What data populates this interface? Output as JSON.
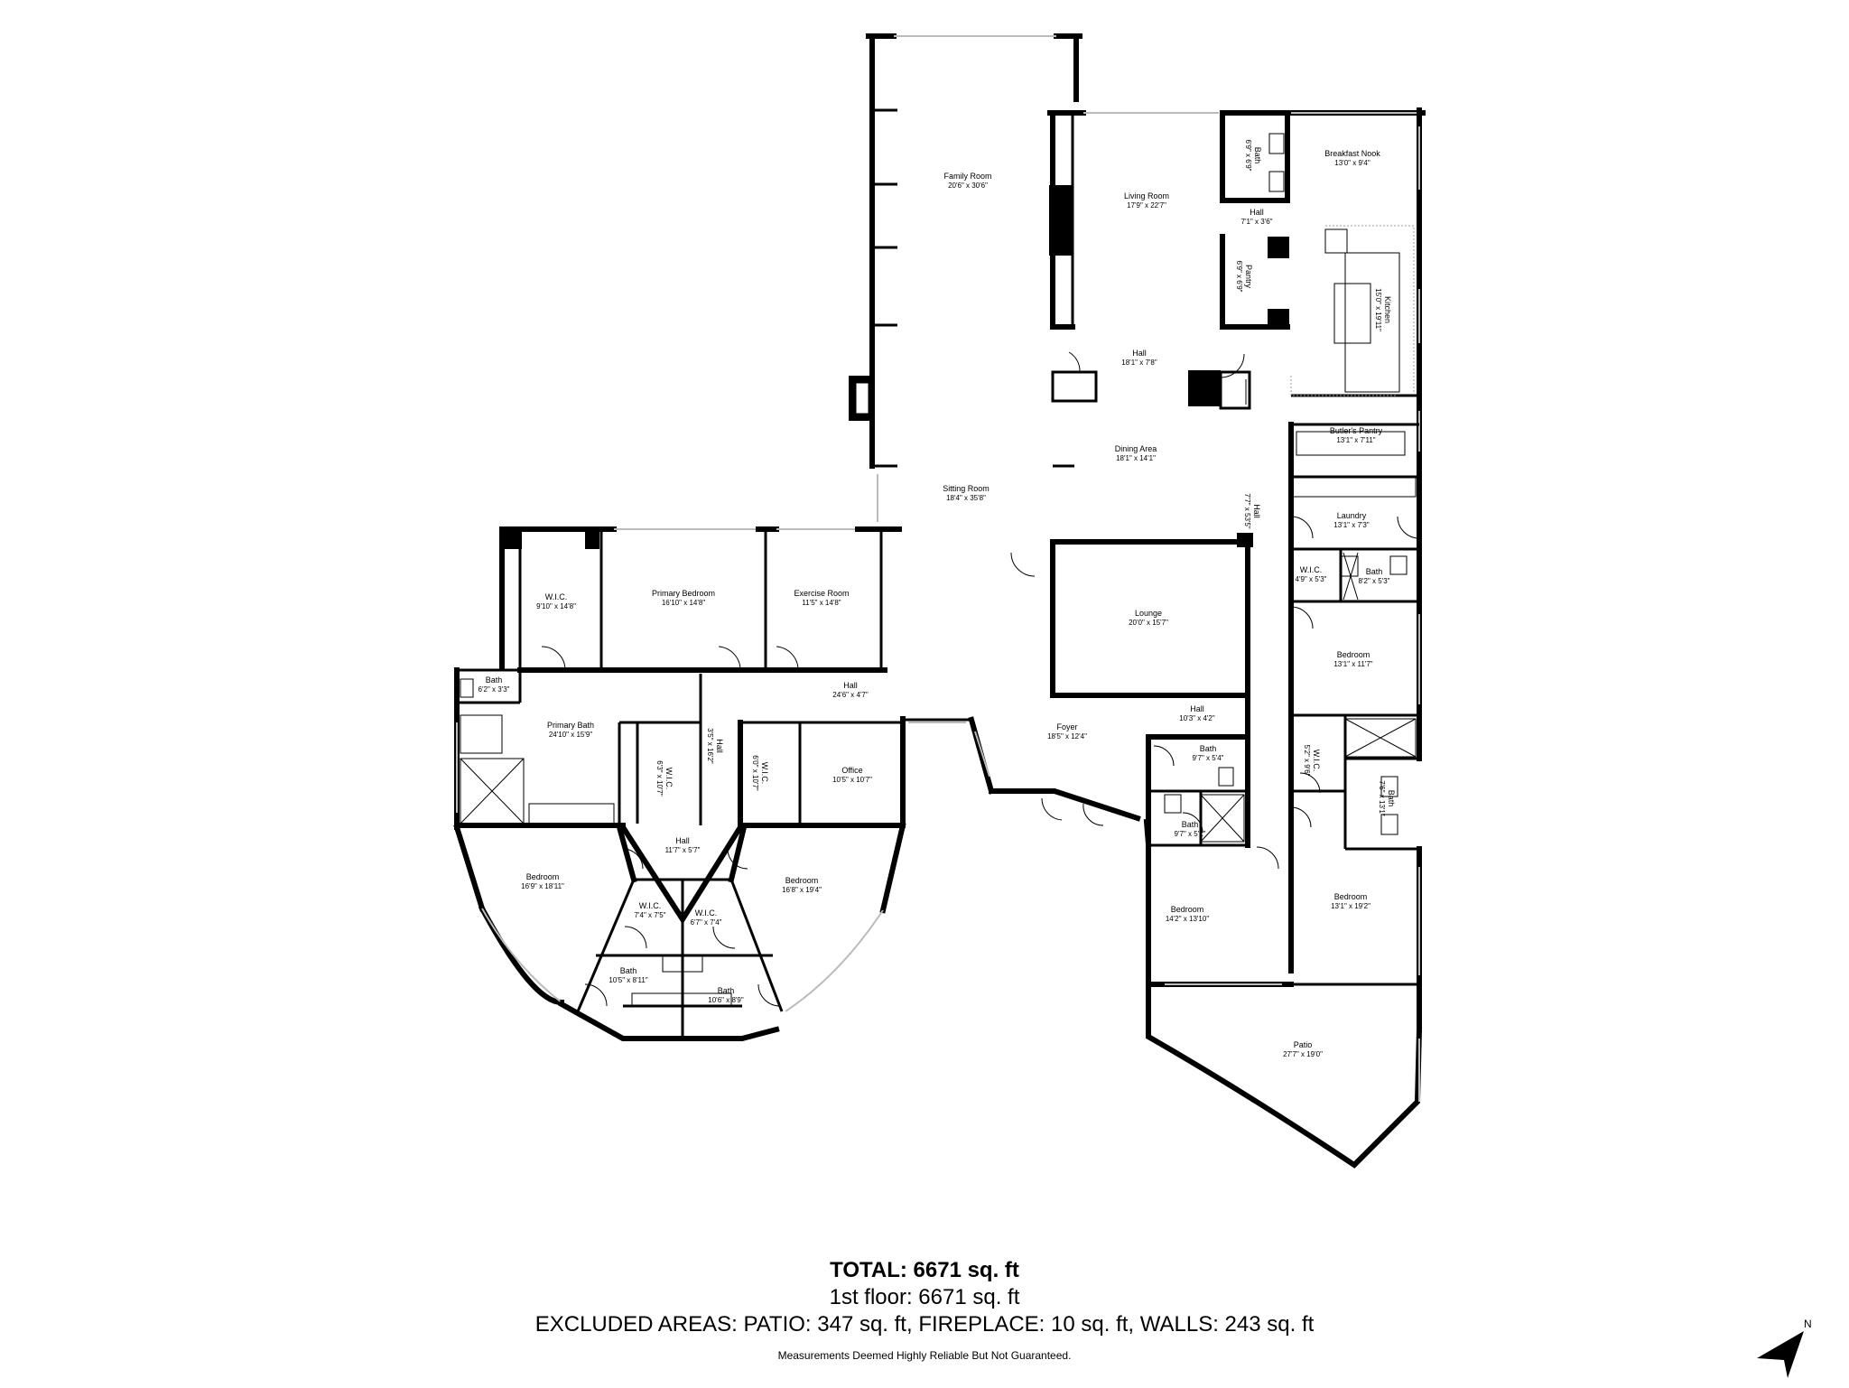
{
  "rooms": [
    {
      "id": "family-room",
      "name": "Family Room",
      "dim": "20'6\" x 30'6\""
    },
    {
      "id": "living-room",
      "name": "Living Room",
      "dim": "17'9\" x 22'7\""
    },
    {
      "id": "bath-top",
      "name": "Bath",
      "dim": "6'9\" x 6'9\""
    },
    {
      "id": "breakfast-nook",
      "name": "Breakfast Nook",
      "dim": "13'0\" x 9'4\""
    },
    {
      "id": "hall-top",
      "name": "Hall",
      "dim": "7'1\" x 3'6\""
    },
    {
      "id": "pantry",
      "name": "Pantry",
      "dim": "6'9\" x 6'9\""
    },
    {
      "id": "kitchen",
      "name": "Kitchen",
      "dim": "15'0\" x 19'11\""
    },
    {
      "id": "hall-center",
      "name": "Hall",
      "dim": "18'1\" x 7'8\""
    },
    {
      "id": "dining-area",
      "name": "Dining Area",
      "dim": "18'1\" x 14'1\""
    },
    {
      "id": "butlers-pantry",
      "name": "Butler's Pantry",
      "dim": "13'1\" x 7'11\""
    },
    {
      "id": "sitting-room",
      "name": "Sitting Room",
      "dim": "18'4\" x 35'8\""
    },
    {
      "id": "hall-long",
      "name": "Hall",
      "dim": "7'7\" x 53'5\""
    },
    {
      "id": "laundry",
      "name": "Laundry",
      "dim": "13'1\" x 7'3\""
    },
    {
      "id": "wic-laundry",
      "name": "W.I.C.",
      "dim": "4'9\" x 5'3\""
    },
    {
      "id": "bath-laundry",
      "name": "Bath",
      "dim": "8'2\" x 5'3\""
    },
    {
      "id": "wic-primary",
      "name": "W.I.C.",
      "dim": "9'10\" x 14'8\""
    },
    {
      "id": "primary-bedroom",
      "name": "Primary Bedroom",
      "dim": "16'10\" x 14'8\""
    },
    {
      "id": "exercise-room",
      "name": "Exercise Room",
      "dim": "11'5\" x 14'8\""
    },
    {
      "id": "lounge",
      "name": "Lounge",
      "dim": "20'0\" x 15'7\""
    },
    {
      "id": "bedroom-east-1",
      "name": "Bedroom",
      "dim": "13'1\" x 11'7\""
    },
    {
      "id": "bath-small-west",
      "name": "Bath",
      "dim": "6'2\" x 3'3\""
    },
    {
      "id": "hall-west",
      "name": "Hall",
      "dim": "24'6\" x 4'7\""
    },
    {
      "id": "hall-foyer",
      "name": "Hall",
      "dim": "10'3\" x 4'2\""
    },
    {
      "id": "primary-bath",
      "name": "Primary Bath",
      "dim": "24'10\" x 15'9\""
    },
    {
      "id": "foyer",
      "name": "Foyer",
      "dim": "18'5\" x 12'4\""
    },
    {
      "id": "wic-east-2",
      "name": "W.I.C.",
      "dim": "5'2\" x 9'6\""
    },
    {
      "id": "hall-vert-west",
      "name": "Hall",
      "dim": "3'5\" x 16'2\""
    },
    {
      "id": "wic-primary-bath",
      "name": "W.I.C.",
      "dim": "6'3\" x 10'7\""
    },
    {
      "id": "wic-office",
      "name": "W.I.C.",
      "dim": "6'0\" x 10'7\""
    },
    {
      "id": "office",
      "name": "Office",
      "dim": "10'5\" x 10'7\""
    },
    {
      "id": "bath-foyer-1",
      "name": "Bath",
      "dim": "9'7\" x 5'4\""
    },
    {
      "id": "bath-east-2",
      "name": "Bath",
      "dim": "7'6\" x 13'1\""
    },
    {
      "id": "bath-foyer-2",
      "name": "Bath",
      "dim": "9'7\" x 5'1\""
    },
    {
      "id": "hall-wing",
      "name": "Hall",
      "dim": "11'7\" x 5'7\""
    },
    {
      "id": "bedroom-wing-w",
      "name": "Bedroom",
      "dim": "16'9\" x 18'11\""
    },
    {
      "id": "bedroom-wing-e",
      "name": "Bedroom",
      "dim": "16'8\" x 19'4\""
    },
    {
      "id": "bedroom-se",
      "name": "Bedroom",
      "dim": "13'1\" x 19'2\""
    },
    {
      "id": "wic-wing-w",
      "name": "W.I.C.",
      "dim": "7'4\" x 7'5\""
    },
    {
      "id": "bedroom-south",
      "name": "Bedroom",
      "dim": "14'2\" x 13'10\""
    },
    {
      "id": "wic-wing-e",
      "name": "W.I.C.",
      "dim": "6'7\" x 7'4\""
    },
    {
      "id": "bath-wing-w",
      "name": "Bath",
      "dim": "10'5\" x 8'11\""
    },
    {
      "id": "bath-wing-e",
      "name": "Bath",
      "dim": "10'6\" x 8'9\""
    },
    {
      "id": "patio",
      "name": "Patio",
      "dim": "27'7\" x 19'0\""
    }
  ],
  "footer": {
    "total": "TOTAL: 6671 sq. ft",
    "floor": "1st floor: 6671 sq. ft",
    "excluded": "EXCLUDED AREAS: PATIO: 347 sq. ft, FIREPLACE: 10 sq. ft, WALLS: 243 sq. ft",
    "note": "Measurements Deemed Highly Reliable But Not Guaranteed."
  },
  "compass": {
    "label": "N",
    "icon": "north-arrow-icon"
  }
}
